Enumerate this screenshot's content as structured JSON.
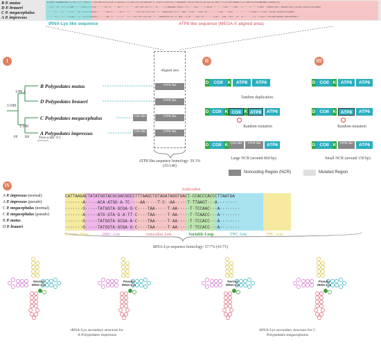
{
  "top_alignment": {
    "rows": [
      {
        "label": "B P. mutus",
        "seq": "ATGGTTAAAACACTCTGCTTTTTACCTTTACAGCCGCCCATTCACATCTTCACCATCATAGCATTTTGATGTAATGCTTAAAAATTATATGATGTACCATGTAATTTCCCCATAAACTCTCGACCGCGGAAAACCGAGGTA"
      },
      {
        "label": "D P. braueri",
        "seq": "··CT··G··CT·C·GA·····CGCTTTCGC·····ATTC····ATT··T····TATTATTGTTT··G····CTAAAAG·GGCC·TC···CAT···TTACA·······CGC···CAC··C····C···TTGAT·TAAGTGAT·AAAATGGTCGCACCGACCGCGAAA"
      },
      {
        "label": "C P. megacephalus",
        "seq": "·····C···C···TCTT··G··CCTTCACGT·····ACCC····ATT··T····TATTATTGTTA··T··GAACGA·GTTT·AA··CTA···CATTG·······CGC···CAT·····T····TCAAT·TTCGT·GCACCGAGCGCGAAA"
      },
      {
        "label": "A P. impressus",
        "seq": "·····C···T···TCGT··C··CCTTCACGT·····AC·C···C·C···C··TATTGTTGTCA··T··GAACGA·GTTT·AA··CTA···CATTG······CAC··TAC·TAT··A··A······CC·TCATC·GCGGCGAAA·GGGGGAACC"
      }
    ],
    "trna_caption": "tRNA-Lys like sequence",
    "atp8_caption": "ATP8 like sequence (MEGA-X aligned area)"
  },
  "section_i": {
    "numeral": "I",
    "taxa": [
      "B Polypedates mutus",
      "D Polypedates braueri",
      "C Polypedates megacephalus",
      "A Polypedates impressus"
    ],
    "node_support": [
      "1/96.2",
      "1/100",
      "1/100"
    ],
    "pp_label": "PP",
    "bp_label": "BP",
    "tree_scale": "Tree scale: 0.1",
    "aligned_area": "Aligned area",
    "atp8_like": "ATP8 like",
    "coii_like": "COII like",
    "homology": "ATP8 like sequence homology: 39.3% (55/140)"
  },
  "section_ii": {
    "numeral": "II",
    "tandem": "Tandem duplication",
    "random": "Random mutation",
    "caption": "Large NCR (around 860 bp)"
  },
  "section_iii": {
    "numeral": "III",
    "random": "Random mutation",
    "caption": "Small NCR (around 150 bp)"
  },
  "genes": {
    "d": "D",
    "coii": "COII",
    "k": "K",
    "atp8": "ATP8",
    "atp6": "ATP6"
  },
  "legend": {
    "noncoding": "Noncoding Region (NCR)",
    "mutated": "Mutated Region"
  },
  "section_iv": {
    "numeral": "IV",
    "anticodon": "Anticodon",
    "rows": [
      {
        "species": "P. impressus",
        "code": "A",
        "note": "(normal)",
        "seq": "CATTAAGACTATATGGTACGCGACGGCCTTTAAGCTGTAGATAGGTGACT-CCACCCACCCTTAATGA"
      },
      {
        "species": "P. impressus",
        "code": "A",
        "note": "(pseudo)",
        "seq": "·······A···-·ACA·ATGG·A-TC····AA·····T·C··AA·····T·TTAAGT···A········"
      },
      {
        "species": "P. megacephalus",
        "code": "C",
        "note": "(normal)",
        "seq": "·······G···-·TATGGTA·GCGA·G·C····TAA·····T·AA·····T·TCCAAC···A········"
      },
      {
        "species": "P. megacephalus",
        "code": "C",
        "note": "(pseudo)",
        "seq": "·······A·····ATG·GTA·G·A·TT·C····TAA·····T·AA·····T·TCAACC···A········"
      },
      {
        "species": "P. mutus",
        "code": "B",
        "note": "",
        "seq": "·······G···-·TATGGTA·GCGA·A·C····TAA·····T·AA·····T·TCCACC···A········"
      },
      {
        "species": "P. braueri",
        "code": "D",
        "note": "",
        "seq": "·······G···-·TATGGTA·GCGA·G·C····TAA·····T·AA·····T·TCCACC···A········"
      }
    ],
    "regions": [
      "Acceptor Stem",
      "DHU Arm",
      "Anticodon Arm",
      "Variable Loop",
      "TΨC Arm",
      "TΨC Arm"
    ],
    "homology": "tRNA-Lys sequence homology: 57.7% (41/71)",
    "structures": [
      "Normal tRNA-Lys",
      "Pseudo tRNA-Lys",
      "Normal tRNA-Lys",
      "Pseudo tRNA-Lys"
    ],
    "struct_captions": [
      "tRNA-Lys secondary structure for A Polypedates impressus",
      "tRNA-Lys secondary structure for C Polypedates megacephalus"
    ]
  },
  "colors": {
    "trna": "#9fe0e0",
    "atp8": "#f6c6c6",
    "numeral": "#e07f5f",
    "green": "#2eaa3c",
    "teal": "#29aebf",
    "acceptor": "#f5eaa0",
    "dhu": "#f0b8e8",
    "anticodon": "#f6c6c6",
    "variable": "#bfe6b0",
    "tpsic": "#a8e2ee"
  }
}
